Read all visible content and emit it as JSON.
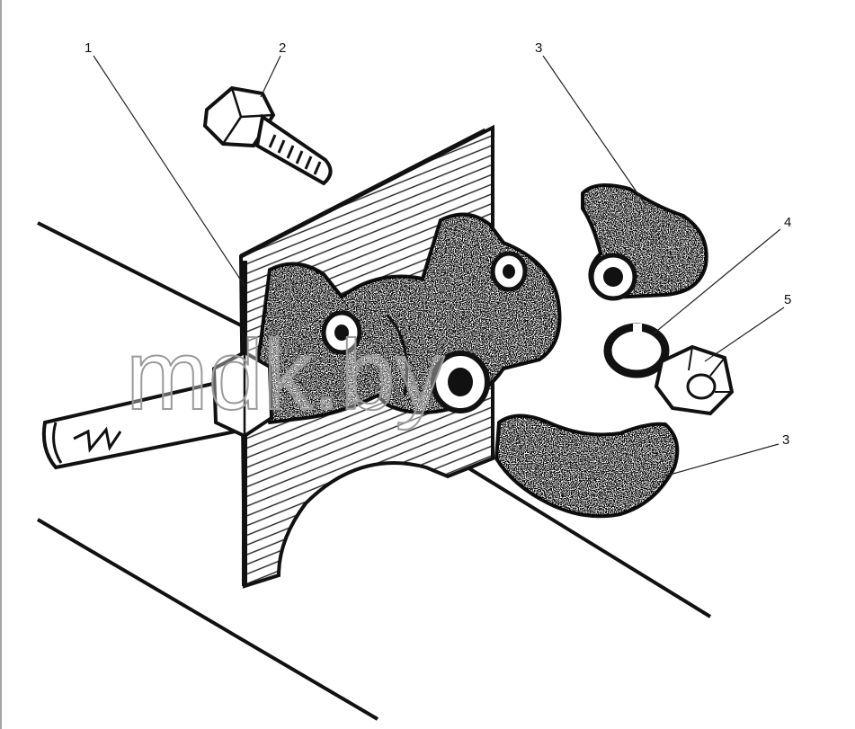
{
  "callouts": {
    "c1": "1",
    "c2": "2",
    "c3a": "3",
    "c4": "4",
    "c5": "5",
    "c3b": "3"
  },
  "watermark": "mdk.by",
  "colors": {
    "ink": "#111111",
    "background": "#ffffff",
    "watermark_stroke": "#9a9a9a"
  }
}
